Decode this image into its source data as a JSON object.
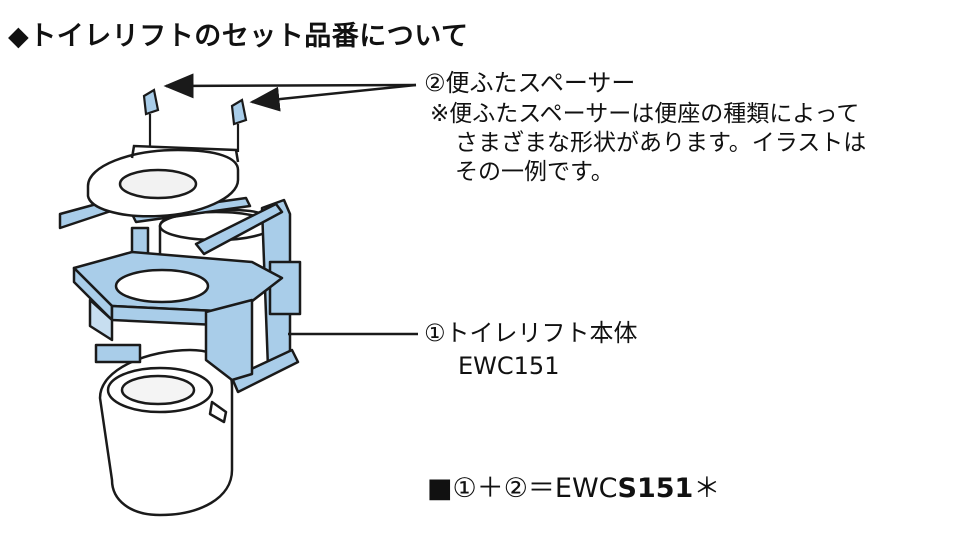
{
  "heading": "◆トイレリフトのセット品番について",
  "parts": {
    "spacer": {
      "title": "②便ふたスペーサー",
      "note_lines": [
        "※便ふたスペーサーは便座の種類によって",
        "さまざまな形状があります。イラストは",
        "その一例です。"
      ]
    },
    "lift": {
      "title": "①トイレリフト本体",
      "model": "EWC151"
    }
  },
  "set_number": {
    "prefix": "■①＋②＝EWC",
    "bold": "S151",
    "suffix": "＊"
  },
  "colors": {
    "lift_blue": "#a9cde9",
    "outline": "#1a1a1a",
    "background": "#ffffff"
  }
}
